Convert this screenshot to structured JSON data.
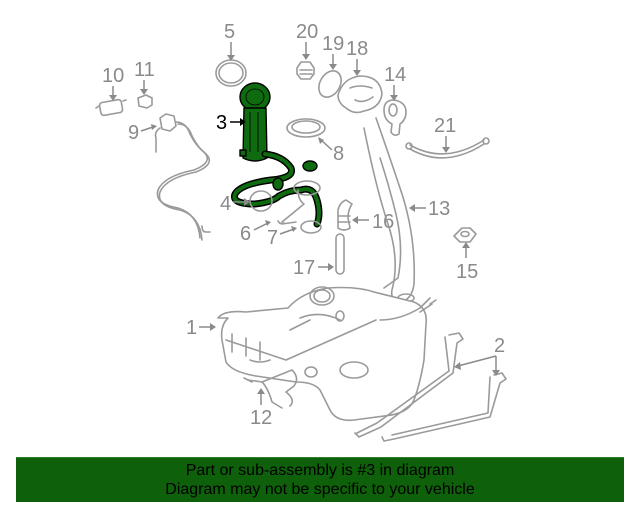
{
  "diagram": {
    "highlighted_part": "3",
    "highlight_color": "#0f6b0f",
    "callouts": [
      {
        "id": "c1",
        "label": "1"
      },
      {
        "id": "c2",
        "label": "2"
      },
      {
        "id": "c3",
        "label": "3"
      },
      {
        "id": "c4",
        "label": "4"
      },
      {
        "id": "c5",
        "label": "5"
      },
      {
        "id": "c6",
        "label": "6"
      },
      {
        "id": "c7",
        "label": "7"
      },
      {
        "id": "c8",
        "label": "8"
      },
      {
        "id": "c9",
        "label": "9"
      },
      {
        "id": "c10",
        "label": "10"
      },
      {
        "id": "c11",
        "label": "11"
      },
      {
        "id": "c12",
        "label": "12"
      },
      {
        "id": "c13",
        "label": "13"
      },
      {
        "id": "c14",
        "label": "14"
      },
      {
        "id": "c15",
        "label": "15"
      },
      {
        "id": "c16",
        "label": "16"
      },
      {
        "id": "c17",
        "label": "17"
      },
      {
        "id": "c18",
        "label": "18"
      },
      {
        "id": "c19",
        "label": "19"
      },
      {
        "id": "c20",
        "label": "20"
      },
      {
        "id": "c21",
        "label": "21"
      }
    ]
  },
  "banner": {
    "line1": "Part or sub-assembly is #3 in diagram",
    "line2": "Diagram may not be specific to your vehicle",
    "background_color": "#0f600a"
  }
}
